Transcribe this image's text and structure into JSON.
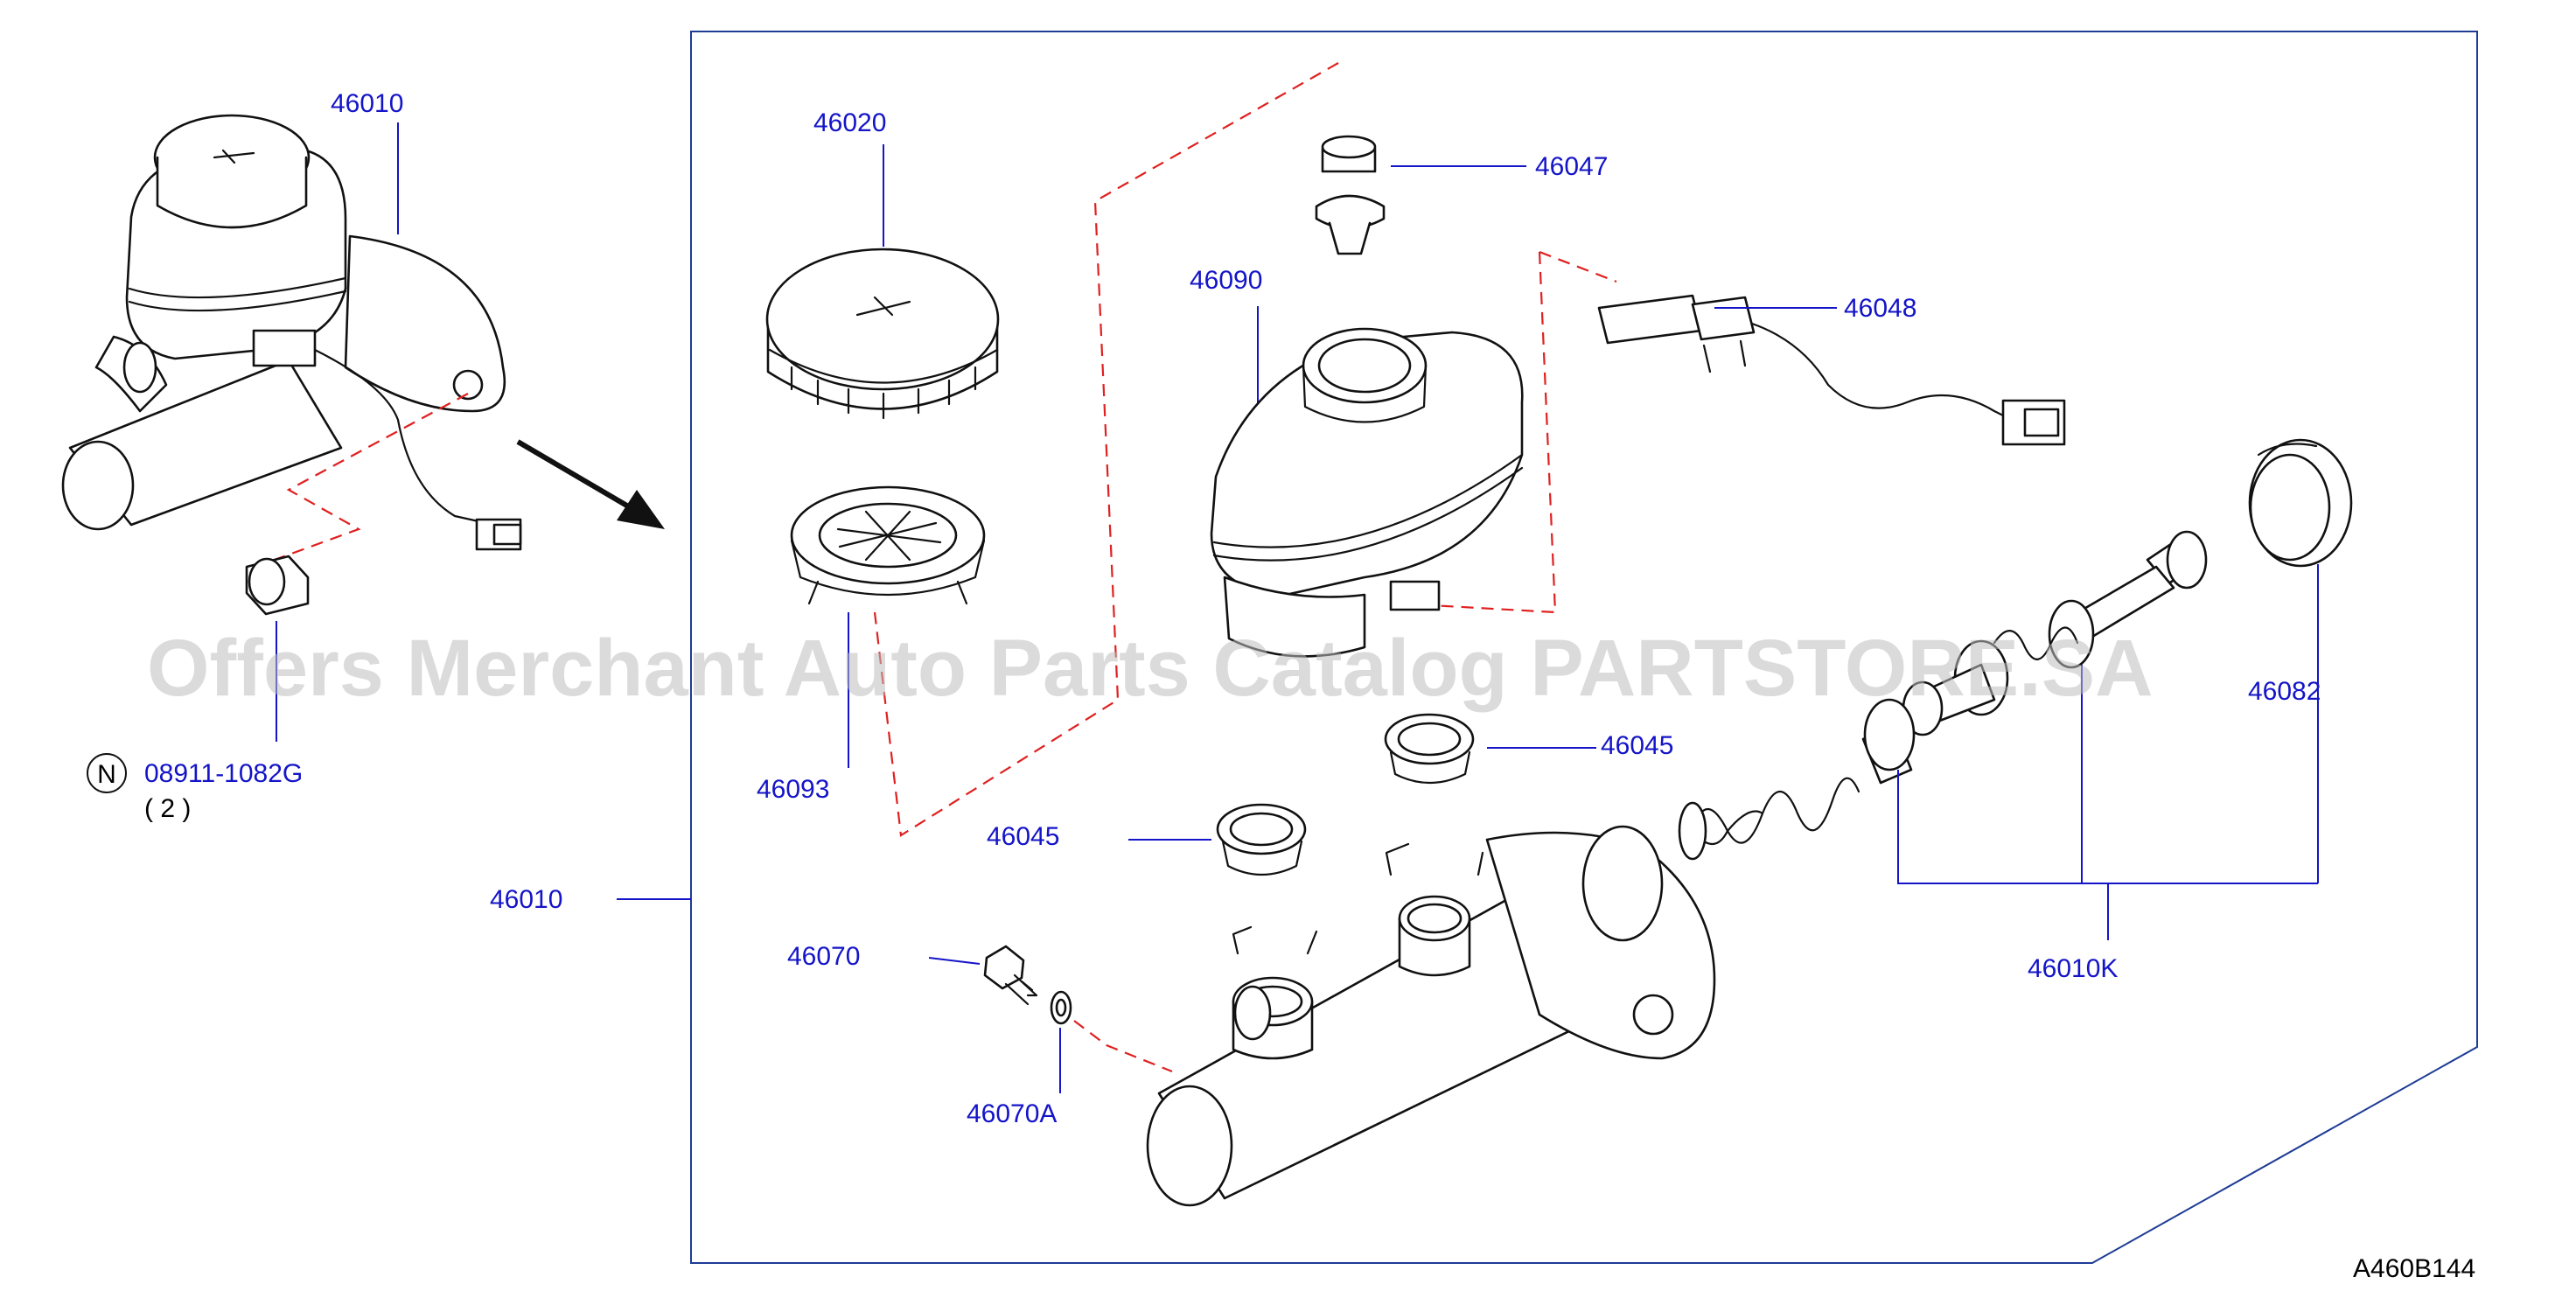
{
  "diagram": {
    "code": "A460B144",
    "watermark": "Offers Merchant Auto Parts Catalog PARTSTORE.SA",
    "colors": {
      "label": "#1414c8",
      "frame": "#1e3c96",
      "dashed_guide": "#e02020",
      "part_outline": "#111111"
    },
    "labels": {
      "assembly_top": "46010",
      "assembly_left": "46010",
      "reservoir_cap": "46020",
      "cap_filter": "46093",
      "reservoir_tank": "46090",
      "reservoir_pin": "46047",
      "level_sensor": "46048",
      "grommet_upper": "46045",
      "grommet_lower": "46045",
      "bolt": "46070",
      "washer": "46070A",
      "piston_kit": "46010K",
      "seal_ring": "46082"
    },
    "nut_callout": {
      "symbol": "N",
      "part_no": "08911-1082G",
      "qty": "( 2 )"
    }
  }
}
